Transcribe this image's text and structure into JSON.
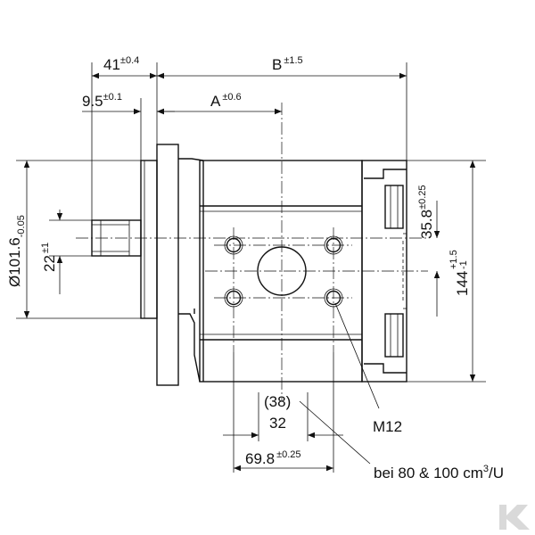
{
  "dimensions": {
    "d41": {
      "value": "41",
      "tol": "±0.4"
    },
    "dB": {
      "value": "B",
      "tol": "±1.5"
    },
    "d95": {
      "value": "9.5",
      "tol": "±0.1"
    },
    "dA": {
      "value": "A",
      "tol": "±0.6"
    },
    "d1016": {
      "value": "Ø101.6",
      "tol": "-0.05"
    },
    "d22": {
      "value": "22",
      "tol": "±1"
    },
    "d358": {
      "value": "35.8",
      "tol": "±0.25"
    },
    "d144": {
      "value": "144",
      "tol_upper": "+1.5",
      "tol_lower": "-1"
    },
    "d38": {
      "value": "(38)"
    },
    "d32": {
      "value": "32"
    },
    "d698": {
      "value": "69.8",
      "tol": "±0.25"
    }
  },
  "labels": {
    "thread": "M12",
    "note_prefix": "bei 80 & 100 cm",
    "note_sup": "3",
    "note_suffix": "/U"
  },
  "colors": {
    "line": "#111111",
    "watermark": "#d9d9d9",
    "background": "#ffffff"
  },
  "icons": {
    "watermark": "k-logo-icon"
  }
}
